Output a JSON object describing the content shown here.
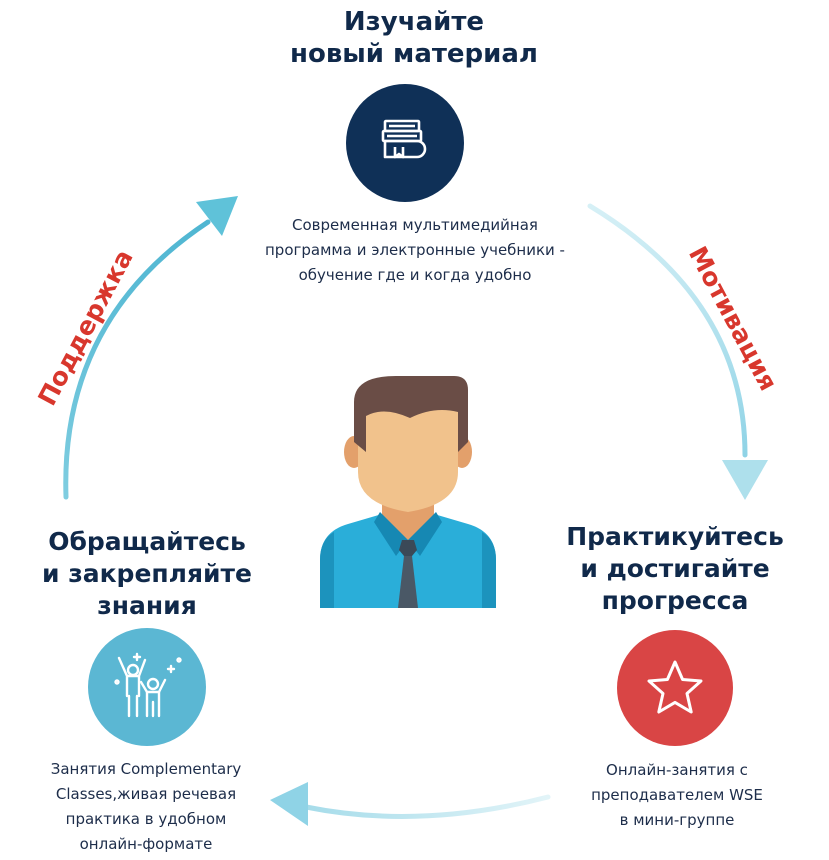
{
  "top_step": {
    "title_line1": "Изучайте",
    "title_line2": "новый материал",
    "description_line1": "Современная мультимедийная",
    "description_line2": "программа и электронные учебники -",
    "description_line3": "обучение где и когда удобно",
    "icon": "books-icon",
    "color": "#0f3057"
  },
  "right_step": {
    "title_line1": "Практикуйтесь",
    "title_line2": "и достигайте",
    "title_line3": "прогресса",
    "description_line1": "Онлайн-занятия с",
    "description_line2": "преподавателем WSE",
    "description_line3": "в мини-группе",
    "icon": "star-icon",
    "color": "#d94545"
  },
  "left_step": {
    "title_line1": "Обращайтесь",
    "title_line2": "и закрепляйте",
    "title_line3": "знания",
    "description_line1": "Занятия Complementary",
    "description_line2": "Classes,живая речевая",
    "description_line3": "практика в удобном",
    "description_line4": "онлайн-формате",
    "icon": "celebrating-people-icon",
    "color": "#5bb7d3"
  },
  "cycle_labels": {
    "left_arc": "Поддержка",
    "right_arc": "Мотивация"
  },
  "center_icon": "person-avatar-icon",
  "colors": {
    "heading": "#10294a",
    "arc_label": "#d8372d",
    "arrow_light": "#bfe6ef",
    "arrow_dark": "#5fc2d9"
  }
}
